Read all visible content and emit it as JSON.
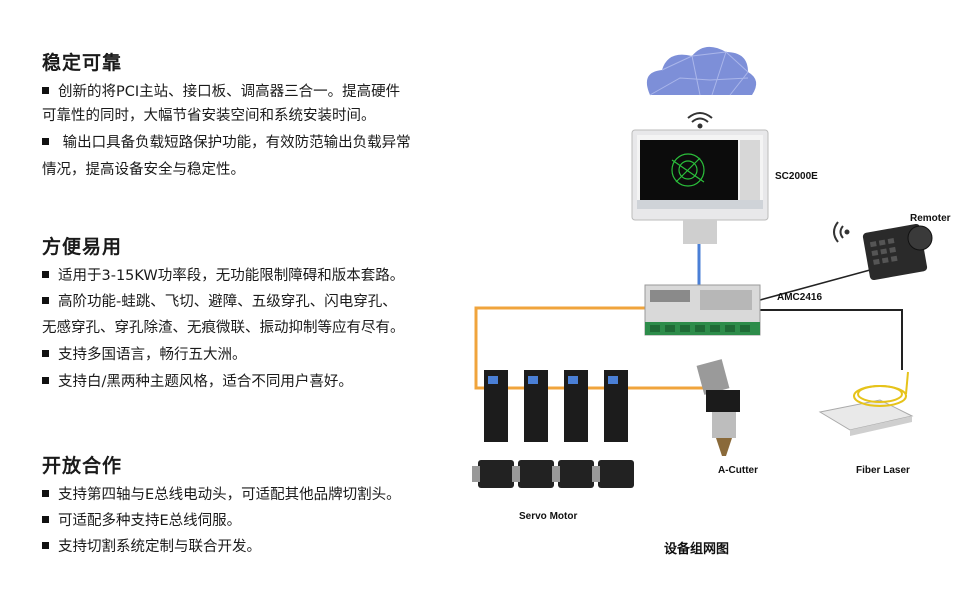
{
  "sections": [
    {
      "title": "稳定可靠",
      "lines": [
        {
          "bullet": true,
          "text": "创新的将PCI主站、接口板、调高器三合一。提高硬件"
        },
        {
          "bullet": false,
          "text": "可靠性的同时，大幅节省安装空间和系统安装时间。"
        },
        {
          "bullet": true,
          "text": " 输出口具备负载短路保护功能，有效防范输出负载异常"
        },
        {
          "bullet": false,
          "text": "情况，提高设备安全与稳定性。"
        }
      ]
    },
    {
      "title": "方便易用",
      "lines": [
        {
          "bullet": true,
          "text": "适用于3-15KW功率段，无功能限制障碍和版本套路。"
        },
        {
          "bullet": true,
          "text": "高阶功能-蛙跳、飞切、避障、五级穿孔、闪电穿孔、"
        },
        {
          "bullet": false,
          "text": "无感穿孔、穿孔除渣、无痕微联、振动抑制等应有尽有。"
        },
        {
          "bullet": true,
          "text": "支持多国语言，畅行五大洲。"
        },
        {
          "bullet": true,
          "text": "支持白/黑两种主题风格，适合不同用户喜好。"
        }
      ]
    },
    {
      "title": "开放合作",
      "lines": [
        {
          "bullet": true,
          "text": "支持第四轴与E总线电动头，可适配其他品牌切割头。"
        },
        {
          "bullet": true,
          "text": "可适配多种支持E总线伺服。"
        },
        {
          "bullet": true,
          "text": "支持切割系统定制与联合开发。"
        }
      ]
    }
  ],
  "diagram": {
    "caption": "设备组网图",
    "labels": {
      "monitor": "SC2000E",
      "remoter": "Remoter",
      "controller": "AMC2416",
      "cutter": "A-Cutter",
      "laser": "Fiber Laser",
      "servo": "Servo Motor"
    },
    "colors": {
      "orange_cable": "#f0a43c",
      "blue_cable": "#4a7fd6",
      "black_cable": "#222222",
      "cloud": "#7d8fd8",
      "pcb": "#2d8c4a"
    }
  }
}
